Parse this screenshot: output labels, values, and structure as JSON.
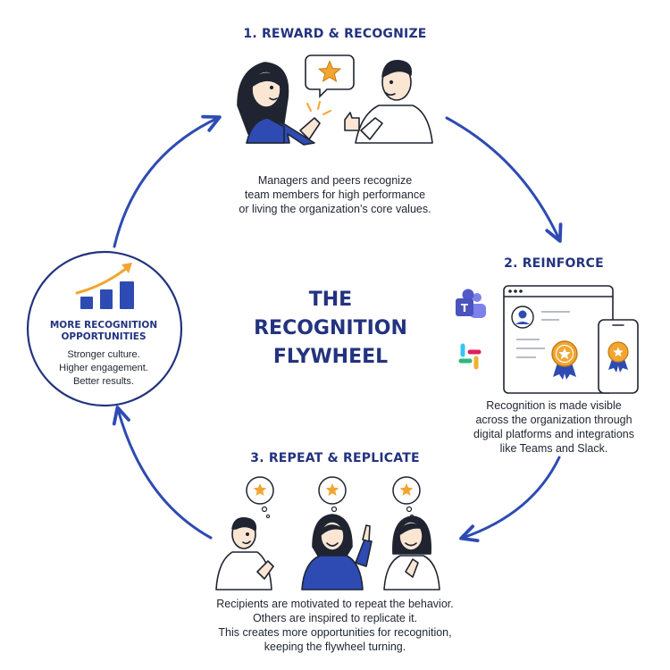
{
  "title_lines": [
    "THE",
    "RECOGNITION",
    "FLYWHEEL"
  ],
  "steps": [
    {
      "heading": "1. REWARD & RECOGNIZE",
      "lines": [
        "Managers and peers recognize",
        "team members for high performance",
        "or living the organization’s core values."
      ]
    },
    {
      "heading": "2. REINFORCE",
      "lines": [
        "Recognition is made visible",
        "across the organization through",
        "digital platforms and integrations",
        "like Teams and Slack."
      ]
    },
    {
      "heading": "3. REPEAT & REPLICATE",
      "lines": [
        "Recipients are motivated to repeat the behavior.",
        "Others are inspired to replicate it.",
        "This creates more opportunities for recognition,",
        "keeping the flywheel turning."
      ]
    }
  ],
  "hub": {
    "title_lines": [
      "MORE RECOGNITION",
      "OPPORTUNITIES"
    ],
    "lines": [
      "Stronger culture.",
      "Higher engagement.",
      "Better results."
    ]
  },
  "icons": {
    "step1": [
      "woman-clapping-icon",
      "speech-bubble-star-icon",
      "man-thumbs-up-icon"
    ],
    "step2": [
      "teams-logo-icon",
      "slack-logo-icon",
      "browser-window-icon",
      "award-badge-icon",
      "phone-icon"
    ],
    "step3": [
      "man-thumbs-up-icon",
      "woman-pointing-icon",
      "woman-clapping-icon",
      "thought-bubble-star-icon"
    ],
    "hub": [
      "growth-bar-chart-icon",
      "trend-arrow-icon"
    ]
  },
  "colors": {
    "navy": "#23337f",
    "blue": "#2e4bb3",
    "gold": "#f2a531",
    "ink": "#1f2430",
    "skin": "#fbe6d3"
  }
}
